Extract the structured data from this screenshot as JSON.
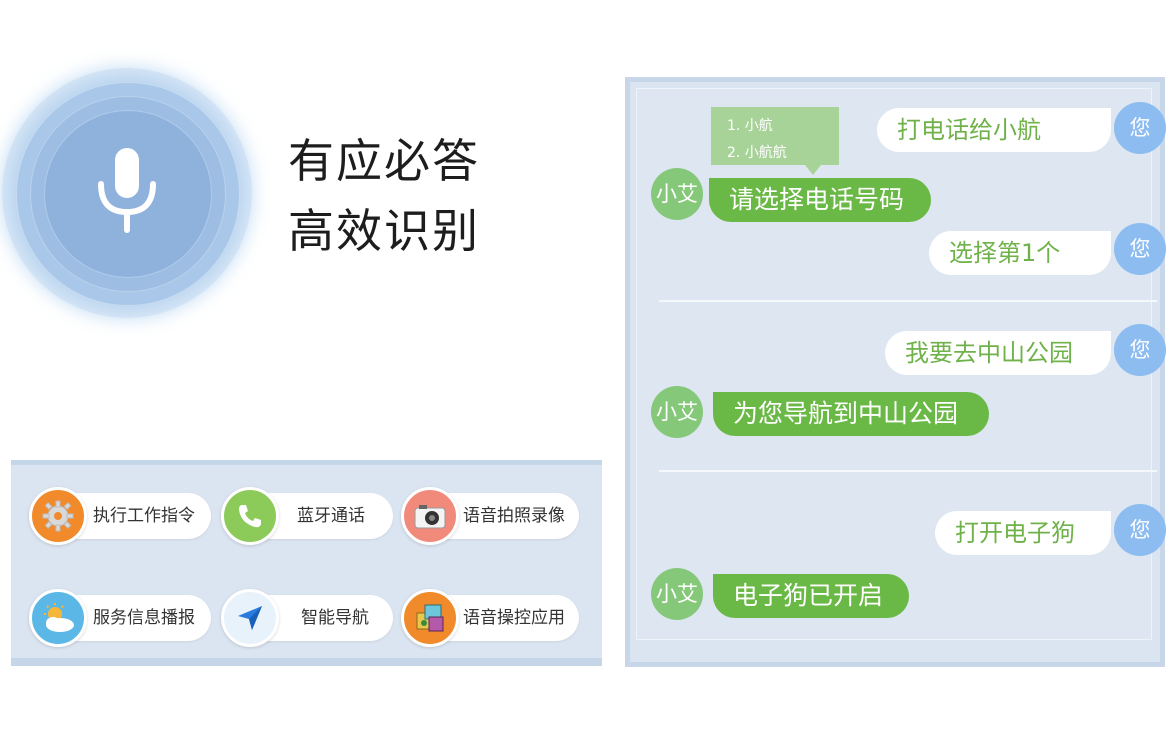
{
  "hero": {
    "slogan_line1": "有应必答",
    "slogan_line2": "高效识别"
  },
  "features": [
    {
      "label": "执行工作指令",
      "icon": "gear-icon",
      "color": "#f08a2b"
    },
    {
      "label": "蓝牙通话",
      "icon": "phone-icon",
      "color": "#8ccb5a"
    },
    {
      "label": "语音拍照录像",
      "icon": "camera-icon",
      "color": "#f28a7c"
    },
    {
      "label": "服务信息播报",
      "icon": "weather-icon",
      "color": "#5bb8e6"
    },
    {
      "label": "智能导航",
      "icon": "navigation-arrow-icon",
      "color": "#e8f2fa"
    },
    {
      "label": "语音操控应用",
      "icon": "apps-icon",
      "color": "#f08a2b"
    }
  ],
  "chat": {
    "user_avatar": "您",
    "bot_avatar": "小艾",
    "choice_popup": [
      "1. 小航",
      "2. 小航航"
    ],
    "messages": [
      {
        "from": "user",
        "text": "打电话给小航"
      },
      {
        "from": "bot",
        "text": "请选择电话号码"
      },
      {
        "from": "user",
        "text": "选择第1个"
      },
      {
        "from": "user",
        "text": "我要去中山公园"
      },
      {
        "from": "bot",
        "text": "为您导航到中山公园"
      },
      {
        "from": "user",
        "text": "打开电子狗"
      },
      {
        "from": "bot",
        "text": "电子狗已开启"
      }
    ]
  },
  "colors": {
    "panel_bg": "#dbe5f1",
    "bot_bubble": "#6ab845",
    "user_avatar": "#8cbcf0",
    "bot_avatar": "#86c87a",
    "user_text": "#6fb24a"
  }
}
